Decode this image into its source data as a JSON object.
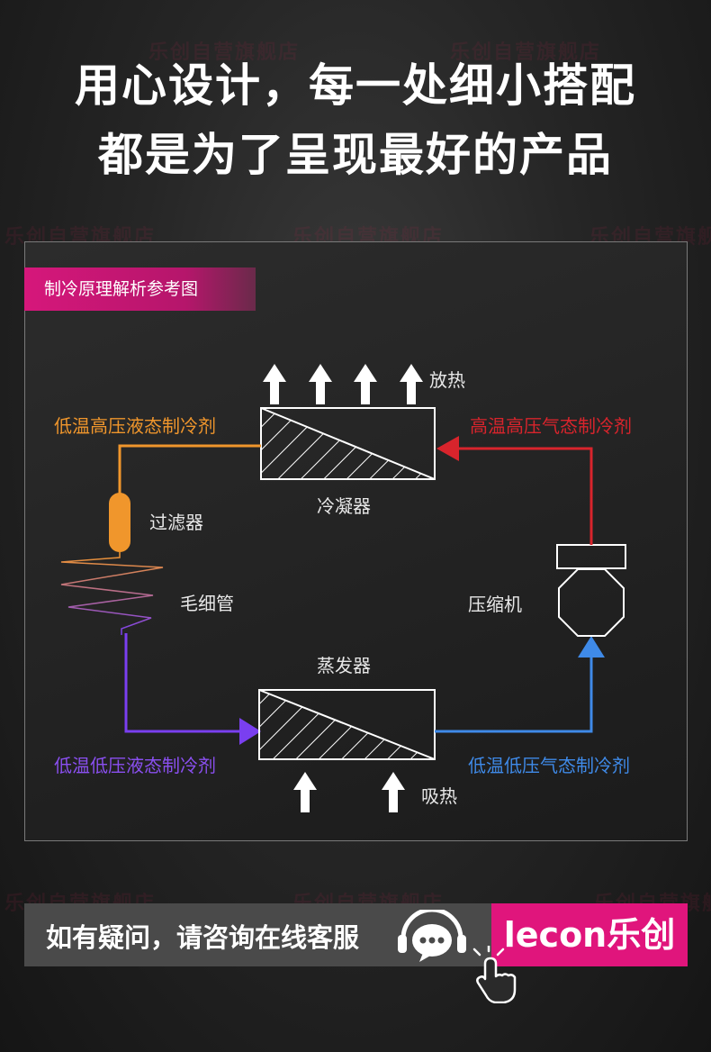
{
  "headline": {
    "line1": "用心设计，每一处细小搭配",
    "line2": "都是为了呈现最好的产品"
  },
  "panel": {
    "tag": "制冷原理解析参考图"
  },
  "diagram": {
    "release_heat": "放热",
    "high_temp_high_pressure_liquid": "低温高压液态制冷剂",
    "high_temp_high_pressure_gas": "高温高压气态制冷剂",
    "condenser": "冷凝器",
    "filter": "过滤器",
    "capillary": "毛细管",
    "compressor": "压缩机",
    "evaporator": "蒸发器",
    "low_temp_low_pressure_liquid": "低温低压液态制冷剂",
    "low_temp_low_pressure_gas": "低温低压气态制冷剂",
    "absorb_heat": "吸热"
  },
  "colors": {
    "orange": "#f0962c",
    "red": "#d8242c",
    "purple": "#8a4ff0",
    "blue": "#3f8ae8",
    "brand": "#e0157c"
  },
  "footer": {
    "contact": "如有疑问，请咨询在线客服",
    "logo": "lecon乐创",
    "chat_icon": "customer-service-icon",
    "hand_icon": "click-hand-icon"
  }
}
